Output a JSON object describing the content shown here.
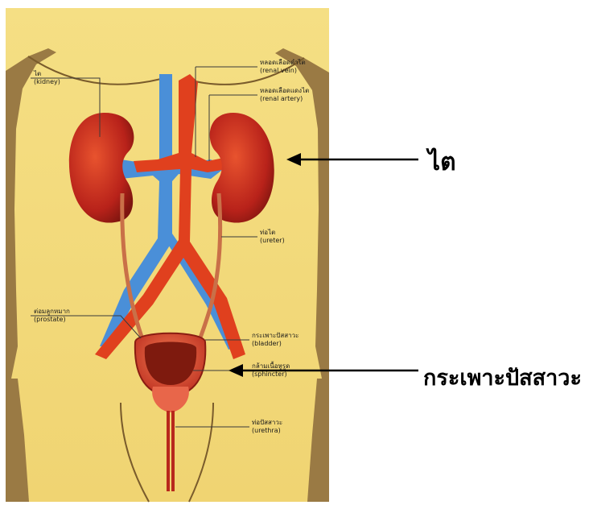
{
  "callouts": {
    "kidney": "ไต",
    "bladder": "กระเพาะปัสสาวะ"
  },
  "figure_labels": {
    "kidney": "ไต",
    "kidney_en": "(kidney)",
    "renal_vein": "หลอดเลือดดำไต",
    "renal_vein_en": "(renal vein)",
    "renal_artery": "หลอดเลือดแดงไต",
    "renal_artery_en": "(renal artery)",
    "ureter": "ท่อไต",
    "ureter_en": "(ureter)",
    "prostate": "ต่อมลูกหมาก",
    "prostate_en": "(prostate)",
    "bladder": "กระเพาะปัสสาวะ",
    "bladder_en": "(bladder)",
    "sphincter": "กล้ามเนื้อหูรูด",
    "sphincter_en": "(sphincter)",
    "urethra": "ท่อปัสสาวะ",
    "urethra_en": "(urethra)"
  },
  "colors": {
    "paper": "#f2d97a",
    "body_edge": "#8a6a3a",
    "kidney": "#c8281c",
    "vein": "#4a8fd8",
    "artery": "#e0401e",
    "ureter": "#d47a50",
    "arrow": "#000000"
  }
}
